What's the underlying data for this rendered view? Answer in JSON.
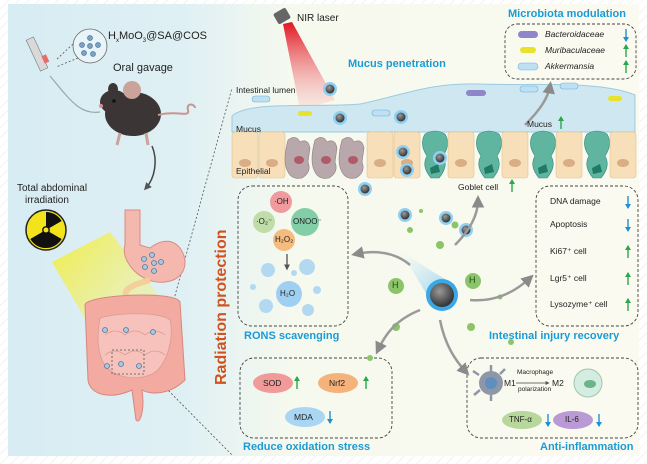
{
  "left": {
    "compound": {
      "prefix": "H",
      "x_sub": "x",
      "mid": "MoO",
      "sub3": "3",
      "suffix": "@SA@COS"
    },
    "oral_gavage": "Oral gavage",
    "irradiation_line1": "Total abdominal",
    "irradiation_line2": "irradiation",
    "radiation_protection": "Radiation protection"
  },
  "top": {
    "nir_laser": "NIR laser",
    "mucus_penetration": "Mucus penetration",
    "intestinal_lumen": "Intestinal lumen",
    "mucus_label": "Mucus",
    "epithelial_label": "Epithelial",
    "mucus_up_label": "Mucus",
    "goblet_cell": "Goblet cell"
  },
  "microbiota": {
    "title": "Microbiota modulation",
    "items": [
      {
        "name": "Bacteroidaceae",
        "trend": "down",
        "color": "#8f86c9"
      },
      {
        "name": "Muribaculaceae",
        "trend": "up",
        "color": "#e8e22a"
      },
      {
        "name": "Akkermansia",
        "trend": "up",
        "color": "#a9d6ee"
      }
    ]
  },
  "rons": {
    "title": "RONS scavenging",
    "species": [
      {
        "label": "·OH",
        "color": "#f08a8e"
      },
      {
        "label": "·O₂⁻",
        "color": "#b6d79c"
      },
      {
        "label": "ONOO⁻",
        "color": "#6cc79a"
      },
      {
        "label": "H₂O₂",
        "color": "#f6b06a"
      }
    ],
    "product": "H₂O"
  },
  "injury": {
    "title": "Intestinal injury recovery",
    "items": [
      {
        "label": "DNA damage",
        "trend": "down"
      },
      {
        "label": "Apoptosis",
        "trend": "down"
      },
      {
        "label": "Ki67⁺ cell",
        "trend": "up"
      },
      {
        "label": "Lgr5⁺ cell",
        "trend": "up"
      },
      {
        "label": "Lysozyme⁺ cell",
        "trend": "up"
      }
    ]
  },
  "center": {
    "hydrogen_label": "H"
  },
  "oxidation": {
    "title": "Reduce oxidation stress",
    "items": [
      {
        "label": "SOD",
        "trend": "up",
        "color": "#f08f8f"
      },
      {
        "label": "Nrf2",
        "trend": "up",
        "color": "#f6b27b"
      },
      {
        "label": "MDA",
        "trend": "down",
        "color": "#a9d6f2"
      }
    ]
  },
  "inflammation": {
    "title": "Anti-inflammation",
    "m1": "M1",
    "m2": "M2",
    "arrow_top": "Macrophage",
    "arrow_bottom": "polarization",
    "items": [
      {
        "label": "TNF-α",
        "trend": "down",
        "color": "#b8d79c"
      },
      {
        "label": "IL-6",
        "trend": "down",
        "color": "#b99ad4"
      }
    ]
  },
  "colors": {
    "accent_blue": "#1a9bd6",
    "accent_orange": "#d2521f",
    "up_green": "#2aa84a",
    "down_blue": "#1e90d6"
  }
}
